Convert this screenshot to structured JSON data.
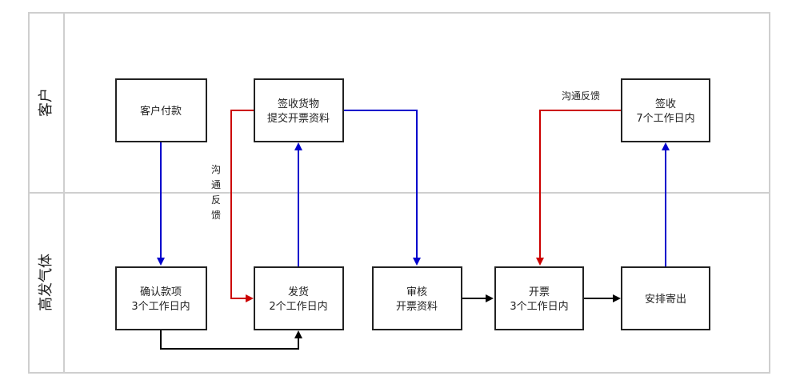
{
  "lanes": [
    {
      "id": "customer",
      "label": "客户"
    },
    {
      "id": "supplier",
      "label": "高发气体"
    }
  ],
  "nodes": [
    {
      "id": "pay",
      "lines": [
        "客户付款"
      ]
    },
    {
      "id": "sign_goods",
      "lines": [
        "签收货物",
        "提交开票资料"
      ]
    },
    {
      "id": "sign",
      "lines": [
        "签收",
        "7个工作日内"
      ]
    },
    {
      "id": "confirm",
      "lines": [
        "确认款项",
        "3个工作日内"
      ]
    },
    {
      "id": "ship",
      "lines": [
        "发货",
        "2个工作日内"
      ]
    },
    {
      "id": "review",
      "lines": [
        "审核",
        "开票资料"
      ]
    },
    {
      "id": "invoice",
      "lines": [
        "开票",
        "3个工作日内"
      ]
    },
    {
      "id": "mail",
      "lines": [
        "安排寄出"
      ]
    }
  ],
  "edges": [
    {
      "from": "pay",
      "to": "confirm",
      "color": "#0000cc"
    },
    {
      "from": "confirm",
      "to": "ship",
      "color": "#000000"
    },
    {
      "from": "ship",
      "to": "sign_goods",
      "color": "#0000cc"
    },
    {
      "from": "sign_goods",
      "to": "ship",
      "color": "#cc0000",
      "label": "沟通反馈"
    },
    {
      "from": "sign_goods",
      "to": "review",
      "color": "#0000cc"
    },
    {
      "from": "review",
      "to": "invoice",
      "color": "#000000"
    },
    {
      "from": "invoice",
      "to": "mail",
      "color": "#000000"
    },
    {
      "from": "mail",
      "to": "sign",
      "color": "#0000cc"
    },
    {
      "from": "sign",
      "to": "invoice",
      "color": "#cc0000",
      "label": "沟通反馈"
    }
  ]
}
